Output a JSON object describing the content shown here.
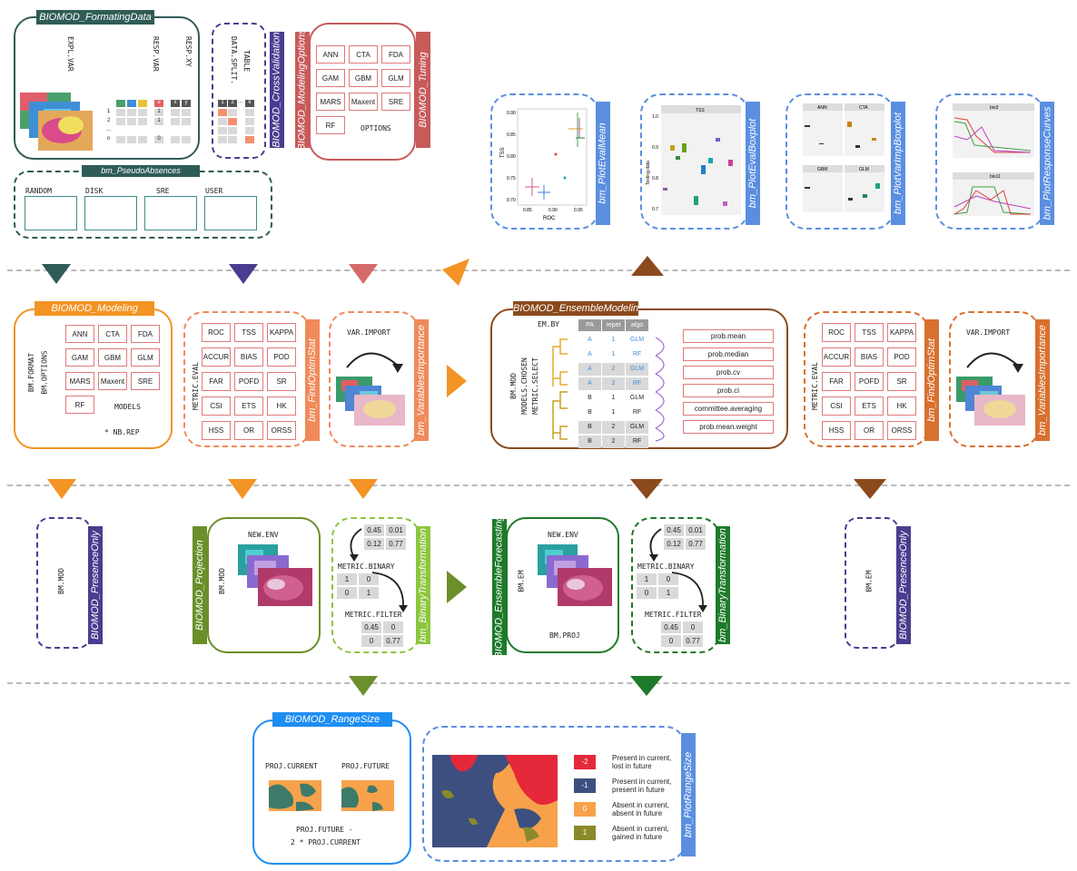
{
  "colors": {
    "teal_dark": "#2f5c56",
    "purple": "#4a3d8f",
    "red": "#c85a5a",
    "orange": "#f39424",
    "brown": "#8b4a1c",
    "green_light": "#8cc63f",
    "green_mid": "#6b8f2a",
    "green_dark": "#1e7a2a",
    "blue": "#1f8ef1",
    "blue_light": "#5a8fe0"
  },
  "formating": {
    "title": "BIOMOD_FormatingData",
    "expl_var": "EXPL.VAR",
    "resp_var": "RESP.VAR",
    "resp_xy": "RESP.XY",
    "row1": "1",
    "row2": "2",
    "row_dots": "...",
    "row_n": "n",
    "m_a": "1",
    "m_b": "1",
    "m_c": "0",
    "x_head": "x",
    "y_head": "y"
  },
  "split": {
    "title1": "DATA.SPLIT.",
    "title2": "TABLE",
    "c1": "1",
    "c2": "2",
    "c3": "...",
    "c4": "k",
    "tab": "BIOMOD_CrossValidation"
  },
  "modopt": {
    "tab": "BIOMOD_ModelingOptions",
    "tuning_tab": "BIOMOD_Tuning",
    "models": [
      "ANN",
      "CTA",
      "FDA",
      "GAM",
      "GBM",
      "GLM",
      "MARS",
      "Maxent",
      "SRE",
      "RF"
    ],
    "options": "OPTIONS"
  },
  "pseudo": {
    "title": "bm_PseudoAbsences",
    "items": [
      "RANDOM",
      "DISK",
      "SRE",
      "USER"
    ]
  },
  "plots": {
    "evalmean": "bm_PlotEvalMean",
    "evalbox": "bm_PlotEvalBoxplot",
    "varimp": "bm_PlotVarImpBoxplot",
    "respcurve": "bm_PlotResponseCurves",
    "tss_x": "ROC",
    "tss_y": "TSS",
    "box_title": "TSS",
    "box_y": "Testing.data",
    "yt1": [
      "0.90",
      "0.85",
      "0.80",
      "0.75",
      "0.70"
    ],
    "xt1": [
      "0.85",
      "0.90",
      "0.95"
    ],
    "yt2": [
      "1.0",
      "0.9",
      "0.8",
      "0.7"
    ],
    "vi_panels": [
      "ANN",
      "CTA",
      "GBM",
      "GLM"
    ],
    "rc_panels": [
      "bio3",
      "bio11"
    ]
  },
  "modeling": {
    "title": "BIOMOD_Modeling",
    "models": [
      "ANN",
      "CTA",
      "FDA",
      "GAM",
      "GBM",
      "GLM",
      "MARS",
      "Maxent",
      "SRE",
      "RF"
    ],
    "models_lbl": "MODELS",
    "format": "BM.FORMAT",
    "options": "BM.OPTIONS",
    "nbrep": "* NB.REP"
  },
  "findoptim": {
    "tab": "bm_FindOptimStat",
    "metric_eval": "METRIC.EVAL",
    "metrics": [
      "ROC",
      "TSS",
      "KAPPA",
      "ACCUR",
      "BIAS",
      "POD",
      "FAR",
      "POFD",
      "SR",
      "CSI",
      "ETS",
      "HK",
      "HSS",
      "OR",
      "ORSS"
    ]
  },
  "varimp": {
    "label": "VAR.IMPORT",
    "tab": "bm_VariablesImportance"
  },
  "ensemble": {
    "title": "BIOMOD_EnsembleModeling",
    "em_by": "EM.BY",
    "bm_mod": "BM.MOD",
    "models_chosen": "MODELS.CHOSEN",
    "metric_select": "METRIC.SELECT",
    "headers": [
      "PA",
      "repet",
      "algo"
    ],
    "rows": [
      [
        "A",
        "1",
        "GLM"
      ],
      [
        "A",
        "1",
        "RF"
      ],
      [
        "A",
        "2",
        "GLM"
      ],
      [
        "A",
        "2",
        "RF"
      ],
      [
        "B",
        "1",
        "GLM"
      ],
      [
        "B",
        "1",
        "RF"
      ],
      [
        "B",
        "2",
        "GLM"
      ],
      [
        "B",
        "2",
        "RF"
      ]
    ],
    "outputs": [
      "prob.mean",
      "prob.median",
      "prob.cv",
      "prob.ci",
      "committee.averaging",
      "prob.mean.weight"
    ]
  },
  "presence": {
    "tab": "BIOMOD_PresenceOnly",
    "bm_mod": "BM.MOD",
    "bm_em": "BM.EM"
  },
  "projection": {
    "tab": "BIOMOD_Projection",
    "new_env": "NEW.ENV",
    "bm_mod": "BM.MOD"
  },
  "binary": {
    "tab": "bm_BinaryTransformation",
    "metric_binary": "METRIC.BINARY",
    "metric_filter": "METRIC.FILTER",
    "top": [
      "0.45",
      "0.01",
      "0.12",
      "0.77"
    ],
    "bin": [
      "1",
      "0",
      "0",
      "1"
    ],
    "filt": [
      "0.45",
      "0",
      "0",
      "0.77"
    ]
  },
  "ensforecast": {
    "tab": "BIOMOD_EnsembleForecasting",
    "new_env": "NEW.ENV",
    "bm_em": "BM.EM",
    "bm_proj": "BM.PROJ"
  },
  "rangesize": {
    "title": "BIOMOD_RangeSize",
    "proj_current": "PROJ.CURRENT",
    "proj_future": "PROJ.FUTURE",
    "formula1": "PROJ.FUTURE -",
    "formula2": "2 * PROJ.CURRENT",
    "plot_tab": "bm_PlotRangeSize",
    "legend": [
      {
        "val": "-2",
        "l1": "Present in current,",
        "l2": "lost in future",
        "color": "#e5283a"
      },
      {
        "val": "-1",
        "l1": "Present in current,",
        "l2": "present in future",
        "color": "#3d4f7f"
      },
      {
        "val": "0",
        "l1": "Absent in current,",
        "l2": "absent in future",
        "color": "#f7a24a"
      },
      {
        "val": "1",
        "l1": "Absent in current,",
        "l2": "gained in future",
        "color": "#8a8a2a"
      }
    ]
  }
}
